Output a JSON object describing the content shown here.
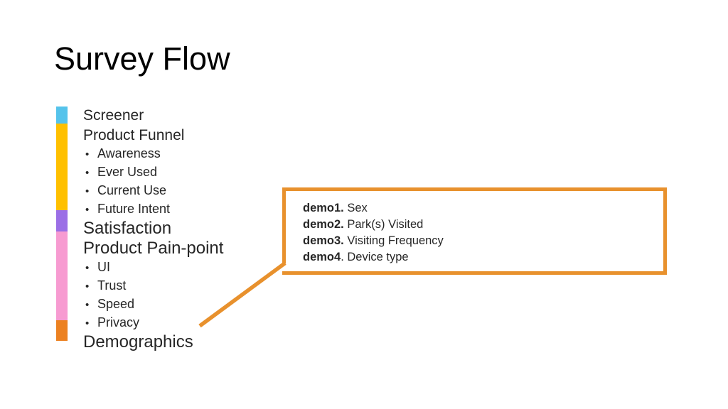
{
  "title": "Survey Flow",
  "flow": {
    "bullet_glyph": "•",
    "sections": [
      {
        "label": "Screener",
        "color": "#55C3EB",
        "bullets": []
      },
      {
        "label": "Product Funnel",
        "color": "#FFC000",
        "bullets": [
          "Awareness",
          "Ever Used",
          "Current Use",
          "Future Intent"
        ]
      },
      {
        "label": "Satisfaction",
        "color": "#9B6FE6",
        "bullets": []
      },
      {
        "label": "Product Pain-point",
        "color": "#F79BD1",
        "bullets": [
          "UI",
          "Trust",
          "Speed",
          "Privacy"
        ]
      },
      {
        "label": "Demographics",
        "color": "#EC8121",
        "bullets": []
      }
    ]
  },
  "callout": {
    "border_color": "#E8912D",
    "items": [
      {
        "bold": "demo1.",
        "rest": " Sex"
      },
      {
        "bold": "demo2.",
        "rest": " Park(s) Visited"
      },
      {
        "bold": "demo3.",
        "rest": " Visiting Frequency"
      },
      {
        "bold": "demo4",
        "rest": ". Device type"
      }
    ]
  }
}
